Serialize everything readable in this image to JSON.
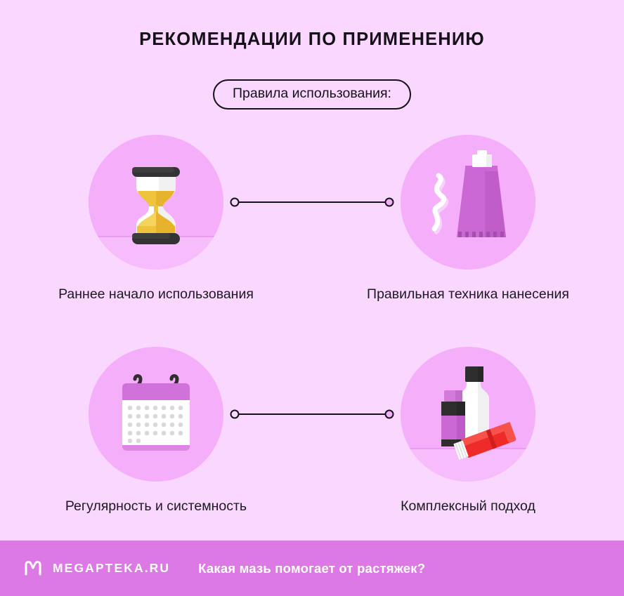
{
  "header": {
    "title": "РЕКОМЕНДАЦИИ ПО ПРИМЕНЕНИЮ",
    "badge_label": "Правила использования:"
  },
  "theme": {
    "background": "#FAD7FE",
    "circle_fill": "#F4AEFA",
    "circle_ground": "#F7BCFB",
    "text": "#141218",
    "footer_bar": "#DD79E4",
    "footer_text": "#FFFFFF",
    "connector_line": "#141218",
    "accent_purple": "#CE6AD6",
    "accent_yellow": "#F0C33C",
    "accent_red": "#EE2B28"
  },
  "items": [
    {
      "id": "early-start",
      "icon": "hourglass-icon",
      "caption": "Раннее начало использования"
    },
    {
      "id": "correct-technique",
      "icon": "ointment-tube-icon",
      "caption": "Правильная техника нанесения"
    },
    {
      "id": "regularity",
      "icon": "calendar-icon",
      "caption": "Регулярность и системность"
    },
    {
      "id": "complex-approach",
      "icon": "medicine-bottles-icon",
      "caption": "Комплексный подход"
    }
  ],
  "connectors": [
    {
      "id": "connector-row-1"
    },
    {
      "id": "connector-row-2"
    }
  ],
  "footer": {
    "logo": "megapteka-m-logo-icon",
    "brand": "MEGAPTEKA.RU",
    "question": "Какая мазь помогает от растяжек?"
  }
}
